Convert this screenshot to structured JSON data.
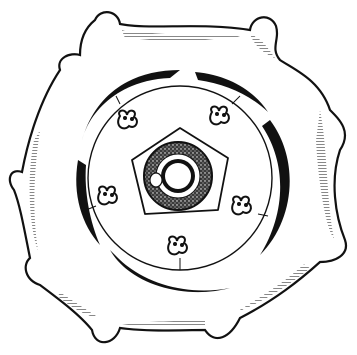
{
  "figure": {
    "description_text": "",
    "ink_color": "#111111",
    "paper_color": "#ffffff",
    "components": [
      "outer-lobed-perianth",
      "dark-spiral-ring",
      "pollen-sac-pairs",
      "pentagonal-center",
      "stippled-ring",
      "central-pore"
    ]
  }
}
